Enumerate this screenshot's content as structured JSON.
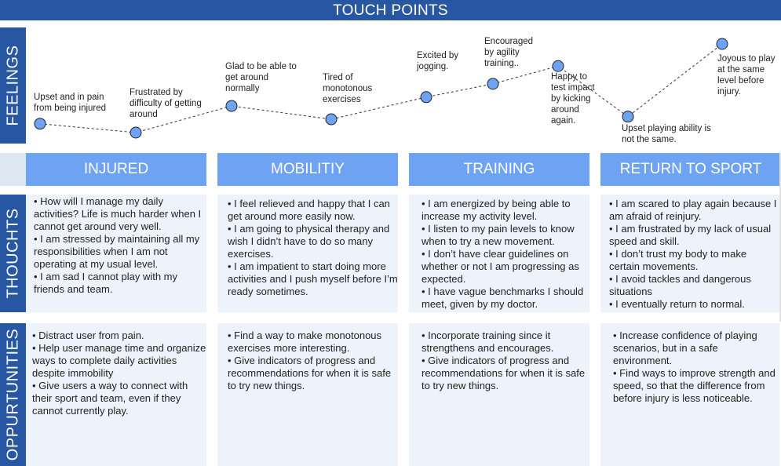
{
  "header": {
    "title": "TOUCH POINTS"
  },
  "rows": {
    "feelings": "FEELINGS",
    "thoughts": "THOUCHTS",
    "opportunities": "OPPURTUNITIES"
  },
  "stages": [
    {
      "label": "INJURED"
    },
    {
      "label": "MOBILITIY"
    },
    {
      "label": "TRAINING"
    },
    {
      "label": "RETURN TO SPORT"
    }
  ],
  "feelings": [
    {
      "text": "Upset and in pain from being injured",
      "level": 2
    },
    {
      "text": "Frustrated by difficulty of getting around",
      "level": 1
    },
    {
      "text": "Glad to be able to get around normally",
      "level": 4
    },
    {
      "text": "Tired of monotonous exercises",
      "level": 2.5
    },
    {
      "text": "Excited by jogging.",
      "level": 5
    },
    {
      "text": "Encouraged by agility training..",
      "level": 6.5
    },
    {
      "text": "Happy to test impact by kicking around again.",
      "level": 8.5
    },
    {
      "text": "Upset playing ability is not the same.",
      "level": 2.8
    },
    {
      "text": "Joyous to play at the same level before injury.",
      "level": 11
    }
  ],
  "thoughts": [
    [
      "• How will I manage my daily activities? Life is much harder when I cannot get around very well.",
      "• I am stressed by maintaining all my responsibilities when I am not operating at my usual level.",
      "• I am sad I cannot play with my friends and team."
    ],
    [
      "• I feel relieved and happy that I can get around more easily now.",
      "• I am going to physical therapy and wish I didn’t have to do so many exercises.",
      "• I am impatient to start doing more activities and I push myself before I’m ready sometimes."
    ],
    [
      "• I am energized by being able to increase my activity level.",
      "• I listen to my pain levels to know when to try a new movement.",
      "• I don’t have clear guidelines on whether or not I am progressing as expected.",
      "• I have vague benchmarks I should meet, given by my doctor."
    ],
    [
      "• I am scared to play again because I am afraid of reinjury.",
      "• I am frustrated by my lack of usual speed and skill.",
      "• I don’t trust my body to make certain movements.",
      "• I avoid tackles and dangerous situations",
      "• I eventually return to normal."
    ]
  ],
  "opportunities": [
    [
      "• Distract user from pain.",
      "• Help user manage time and organize ways to complete daily activities despite immobility",
      "• Give users a way to connect with their sport and team, even if they cannot currently play."
    ],
    [
      "• Find a way to make monotonous exercises more interesting.",
      "• Give indicators of progress and recommendations for when it is safe to try new things."
    ],
    [
      "• Incorporate training since it strengthens and encourages.",
      "• Give indicators of progress and recommendations for when it is safe to try new things."
    ],
    [
      " • Increase confidence of playing scenarios, but in a safe environment.",
      " • Find ways to improve strength and speed, so that the difference from before injury is less noticeable."
    ]
  ],
  "colors": {
    "dark_blue": "#2756a3",
    "stage_blue": "#6ea2f3",
    "cell_bg": "#eef3fb",
    "dot_fill": "#6ea2f3"
  }
}
